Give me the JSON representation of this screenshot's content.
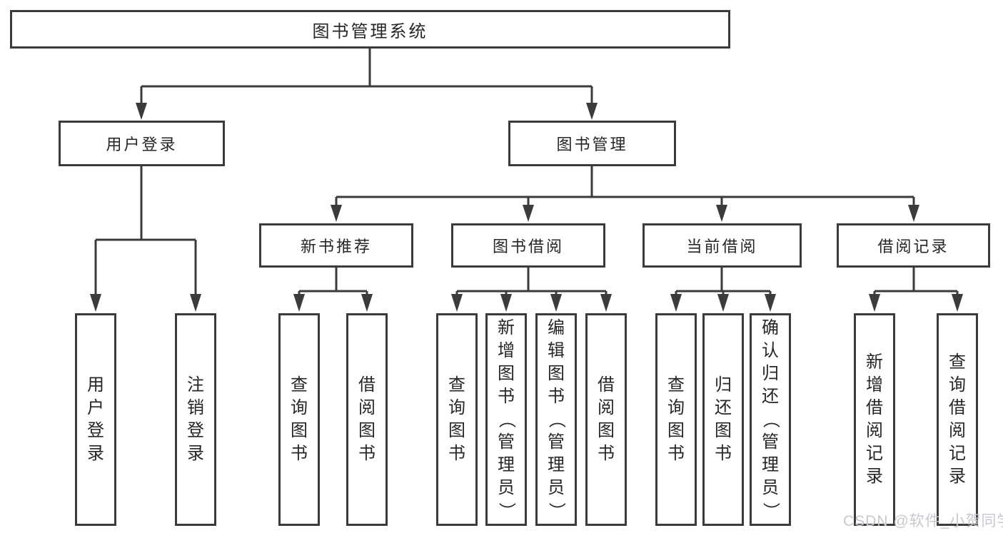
{
  "colors": {
    "line": "#3b3b3b",
    "box_border": "#3b3b3b",
    "text": "#262626",
    "background": "#ffffff",
    "watermark": "#c6c9ce"
  },
  "diagram": {
    "root": {
      "label": "图书管理系统"
    },
    "level2": [
      {
        "id": "user-login",
        "label": "用户登录"
      },
      {
        "id": "book-management",
        "label": "图书管理"
      }
    ],
    "level3": [
      {
        "id": "new-book-recommend",
        "parent": "图书管理",
        "label": "新书推荐"
      },
      {
        "id": "book-borrow",
        "parent": "图书管理",
        "label": "图书借阅"
      },
      {
        "id": "current-borrow",
        "parent": "图书管理",
        "label": "当前借阅"
      },
      {
        "id": "borrow-records",
        "parent": "图书管理",
        "label": "借阅记录"
      }
    ],
    "leaves": [
      {
        "parent": "用户登录",
        "label": "用户登录"
      },
      {
        "parent": "用户登录",
        "label": "注销登录"
      },
      {
        "parent": "新书推荐",
        "label": "查询图书"
      },
      {
        "parent": "新书推荐",
        "label": "借阅图书"
      },
      {
        "parent": "图书借阅",
        "label": "查询图书"
      },
      {
        "parent": "图书借阅",
        "label": "新增图书（管理员）"
      },
      {
        "parent": "图书借阅",
        "label": "编辑图书（管理员）"
      },
      {
        "parent": "图书借阅",
        "label": "借阅图书"
      },
      {
        "parent": "当前借阅",
        "label": "查询图书"
      },
      {
        "parent": "当前借阅",
        "label": "归还图书"
      },
      {
        "parent": "当前借阅",
        "label": "确认归还（管理员）"
      },
      {
        "parent": "借阅记录",
        "label": "新增借阅记录"
      },
      {
        "parent": "借阅记录",
        "label": "查询借阅记录"
      }
    ]
  },
  "watermark": {
    "text": "CSDN @软件_小贺同学"
  }
}
